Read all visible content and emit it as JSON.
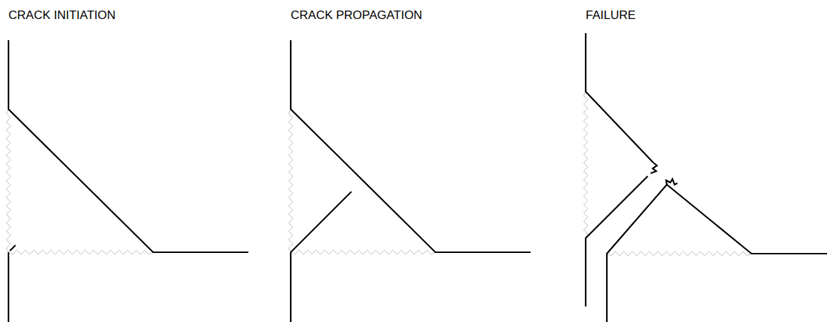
{
  "diagram": {
    "labels": [
      "CRACK INITIATION",
      "CRACK PROPAGATION",
      "FAILURE"
    ]
  }
}
